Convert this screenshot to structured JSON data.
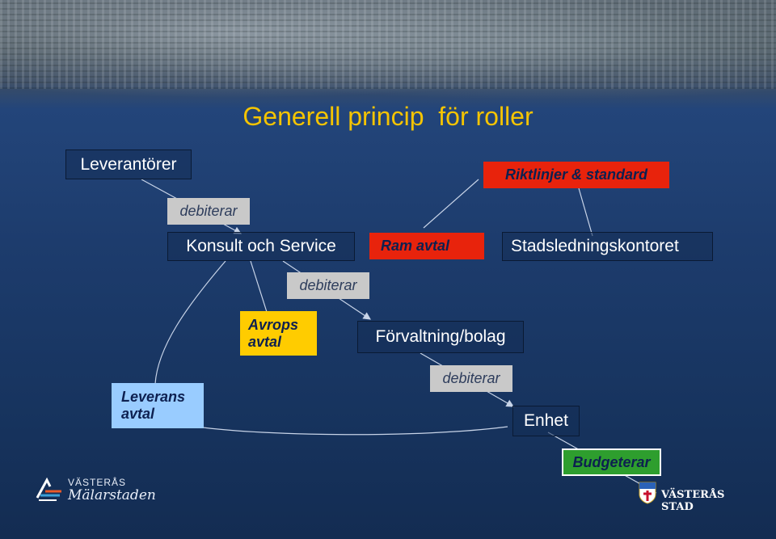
{
  "title": "Generell princip  för roller",
  "nodes": {
    "leverantorer": "Leverantörer",
    "debiterar_1": "debiterar",
    "konsult": "Konsult och Service",
    "riktlinjer": "Riktlinjer & standard",
    "ram_avtal": "Ram avtal",
    "stadsledningskontoret": "Stadsledningskontoret",
    "debiterar_2": "debiterar",
    "avrops_avtal": "Avrops\navtal",
    "forvaltning": "Förvaltning/bolag",
    "debiterar_3": "debiterar",
    "leverans_avtal": "Leverans\navtal",
    "enhet": "Enhet",
    "budgeterar": "Budgeterar"
  },
  "logos": {
    "left_line1": "VÄSTERÅS",
    "left_line2": "Mälarstaden",
    "right": "VÄSTERÅS STAD"
  },
  "colors": {
    "title": "#f5c400",
    "red_box": "#e8230c",
    "yellow_box": "#ffcc00",
    "light_blue_box": "#99ccff",
    "green_box": "#2e9e2e",
    "grey_label": "#c9c9c9"
  }
}
